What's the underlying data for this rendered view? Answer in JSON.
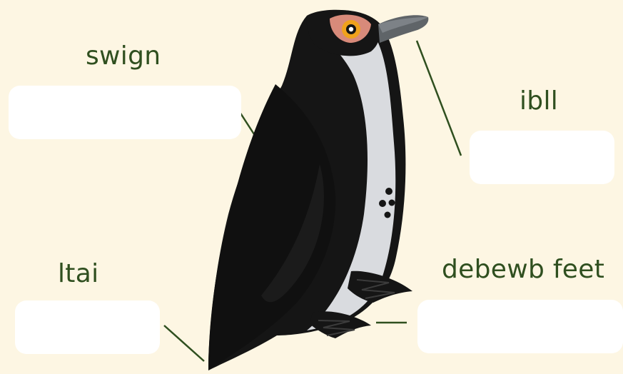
{
  "worksheet": {
    "labels": {
      "wings": "swign",
      "bill": "ibll",
      "tail": "ltai",
      "feet": "debewb feet"
    },
    "answers": {
      "wings": "",
      "bill": "",
      "tail": "",
      "feet": ""
    }
  },
  "colors": {
    "background": "#fdf6e3",
    "label_text": "#2f4f1f",
    "penguin_black": "#151515",
    "penguin_belly": "#d9dbdf",
    "eye_ring": "#f0a21c",
    "eye_patch": "#d88a7a",
    "line": "#2f4f1f"
  },
  "icons": {
    "main_figure": "penguin-icon"
  }
}
